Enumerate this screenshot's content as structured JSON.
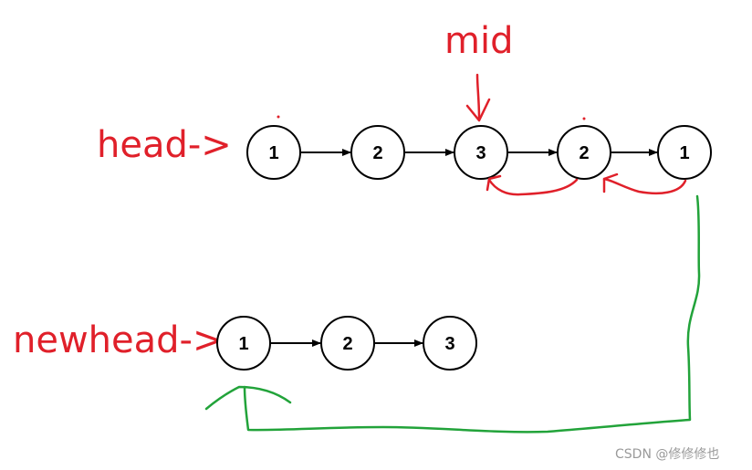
{
  "labels": {
    "head": "head->",
    "mid": "mid",
    "newhead": "newhead->"
  },
  "lists": {
    "original": [
      "1",
      "2",
      "3",
      "2",
      "1"
    ],
    "newlist": [
      "1",
      "2",
      "3"
    ]
  },
  "watermark": "CSDN @修修修也",
  "colors": {
    "annotation_red": "#e0202a",
    "annotation_green": "#22a33a",
    "node_stroke": "#000000"
  }
}
